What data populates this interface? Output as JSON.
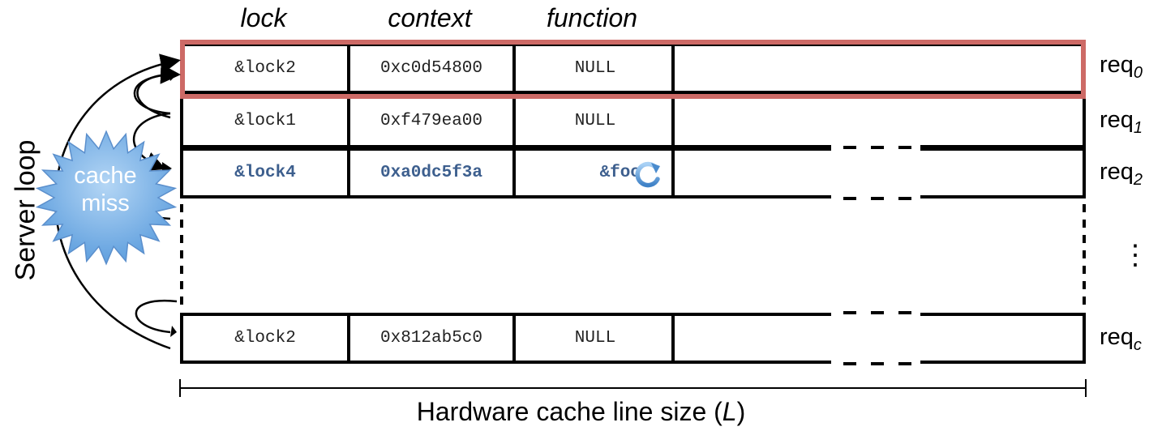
{
  "columns": [
    "lock",
    "context",
    "function"
  ],
  "rows": [
    {
      "lock": "&lock2",
      "context": "0xc0d54800",
      "function": "NULL",
      "req_label": "req",
      "req_sub": "0",
      "highlighted": true
    },
    {
      "lock": "&lock1",
      "context": "0xf479ea00",
      "function": "NULL",
      "req_label": "req",
      "req_sub": "1"
    },
    {
      "lock": "&lock4",
      "context": "0xa0dc5f3a",
      "function": "&foo",
      "req_label": "req",
      "req_sub": "2",
      "active": true
    },
    {
      "lock": "&lock2",
      "context": "0x812ab5c0",
      "function": "NULL",
      "req_label": "req",
      "req_sub": "c"
    }
  ],
  "ellipsis": "⋮",
  "burst": {
    "line1": "cache",
    "line2": "miss"
  },
  "side_label": "Server loop",
  "footer": {
    "text": "Hardware cache line size (",
    "var": "L",
    "close": ")"
  },
  "colors": {
    "highlight": "#cd6a66",
    "active_text": "#3d5f8e",
    "burst_fill": "#7fb3e6"
  }
}
